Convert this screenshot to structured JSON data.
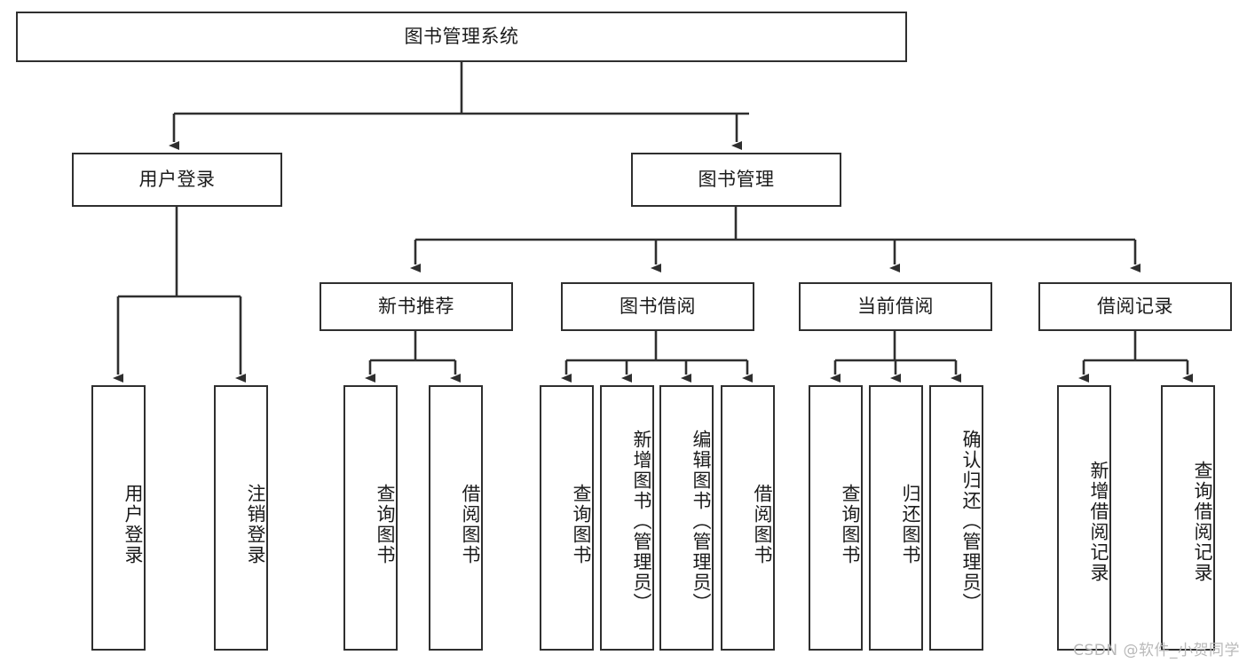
{
  "diagram": {
    "title": "图书管理系统",
    "root": {
      "label": "图书管理系统"
    },
    "level2": [
      {
        "label": "用户登录"
      },
      {
        "label": "图书管理"
      }
    ],
    "level3": [
      {
        "label": "新书推荐"
      },
      {
        "label": "图书借阅"
      },
      {
        "label": "当前借阅"
      },
      {
        "label": "借阅记录"
      }
    ],
    "leaves": {
      "user_login": [
        {
          "label": "用户登录"
        },
        {
          "label": "注销登录"
        }
      ],
      "new_book_recommend": [
        {
          "label": "查询图书"
        },
        {
          "label": "借阅图书"
        }
      ],
      "book_borrow": [
        {
          "label": "查询图书"
        },
        {
          "label": "新增图书（管理员）"
        },
        {
          "label": "编辑图书（管理员）"
        },
        {
          "label": "借阅图书"
        }
      ],
      "current_borrow": [
        {
          "label": "查询图书"
        },
        {
          "label": "归还图书"
        },
        {
          "label": "确认归还（管理员）"
        }
      ],
      "borrow_record": [
        {
          "label": "新增借阅记录"
        },
        {
          "label": "查询借阅记录"
        }
      ]
    }
  },
  "watermark": {
    "text": "CSDN @软件_小贺同学"
  },
  "colors": {
    "stroke": "#2f2f2f",
    "background": "#ffffff",
    "text": "#1b1b1b",
    "watermark": "#b9b9b9"
  }
}
